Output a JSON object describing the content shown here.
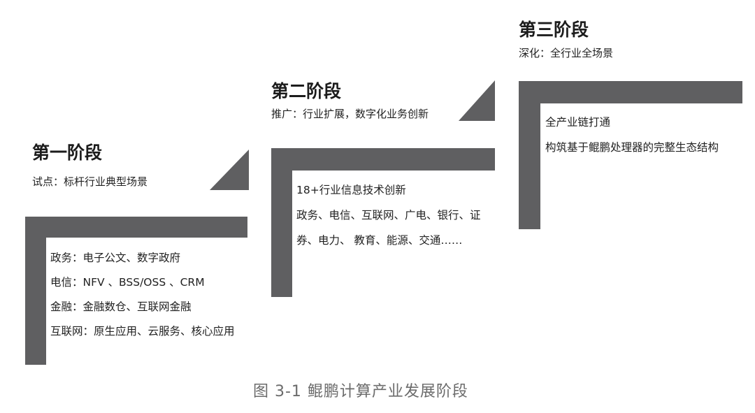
{
  "colors": {
    "bar": "#5f5f61",
    "caption": "#6b6b6b"
  },
  "stages": [
    {
      "title": "第一阶段",
      "subtitle": "试点：标杆行业典型场景",
      "details": [
        "政务：电子公文、数字政府",
        "电信：NFV 、BSS/OSS 、CRM",
        "金融：金融数仓、互联网金融",
        "互联网：原生应用、云服务、核心应用"
      ]
    },
    {
      "title": "第二阶段",
      "subtitle": "推广：行业扩展，数字化业务创新",
      "details": [
        "18+行业信息技术创新",
        "政务、电信、互联网、广电、银行、证",
        "券、电力、 教育、能源、交通……"
      ]
    },
    {
      "title": "第三阶段",
      "subtitle": "深化：全行业全场景",
      "details": [
        "全产业链打通",
        "构筑基于鲲鹏处理器的完整生态结构"
      ]
    }
  ],
  "caption": "图 3-1  鲲鹏计算产业发展阶段"
}
